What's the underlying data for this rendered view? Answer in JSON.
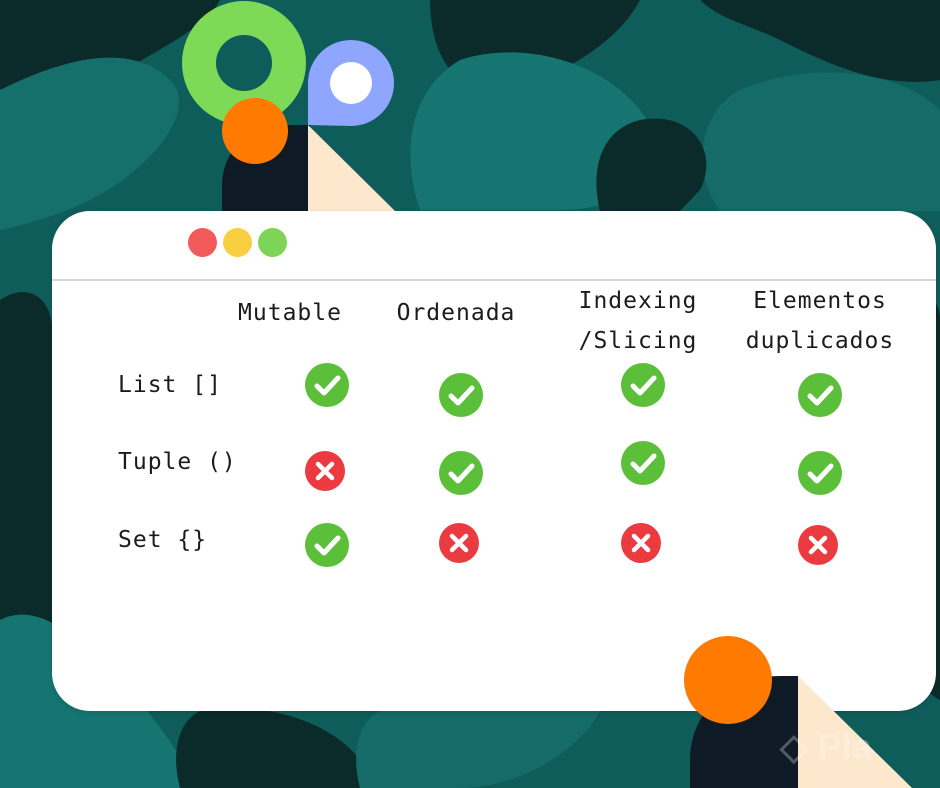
{
  "colors": {
    "background": "#0f5d5a",
    "window": "#ffffff",
    "check": "#5cbf3a",
    "cross": "#ec3b40",
    "dot_red": "#f25a5a",
    "dot_yellow": "#f7cf41",
    "dot_green": "#7ed456",
    "accent_green": "#7ed956",
    "accent_blue": "#8fa6ff",
    "accent_orange": "#ff7a00",
    "accent_navy": "#0e1b26",
    "accent_cream": "#fde7cd"
  },
  "window": {
    "controls": [
      {
        "name": "close",
        "color": "#f25a5a"
      },
      {
        "name": "minimize",
        "color": "#f7cf41"
      },
      {
        "name": "maximize",
        "color": "#7ed456"
      }
    ]
  },
  "table": {
    "columns": [
      "Mutable",
      "Ordenada",
      "Indexing\n/Slicing",
      "Elementos\nduplicados"
    ],
    "rows": [
      {
        "label": "List []",
        "values": [
          true,
          true,
          true,
          true
        ]
      },
      {
        "label": "Tuple ()",
        "values": [
          false,
          true,
          true,
          true
        ]
      },
      {
        "label": "Set {}",
        "values": [
          true,
          false,
          false,
          false
        ]
      }
    ]
  },
  "icons": {
    "check": "check-circle-icon",
    "cross": "x-circle-icon"
  }
}
